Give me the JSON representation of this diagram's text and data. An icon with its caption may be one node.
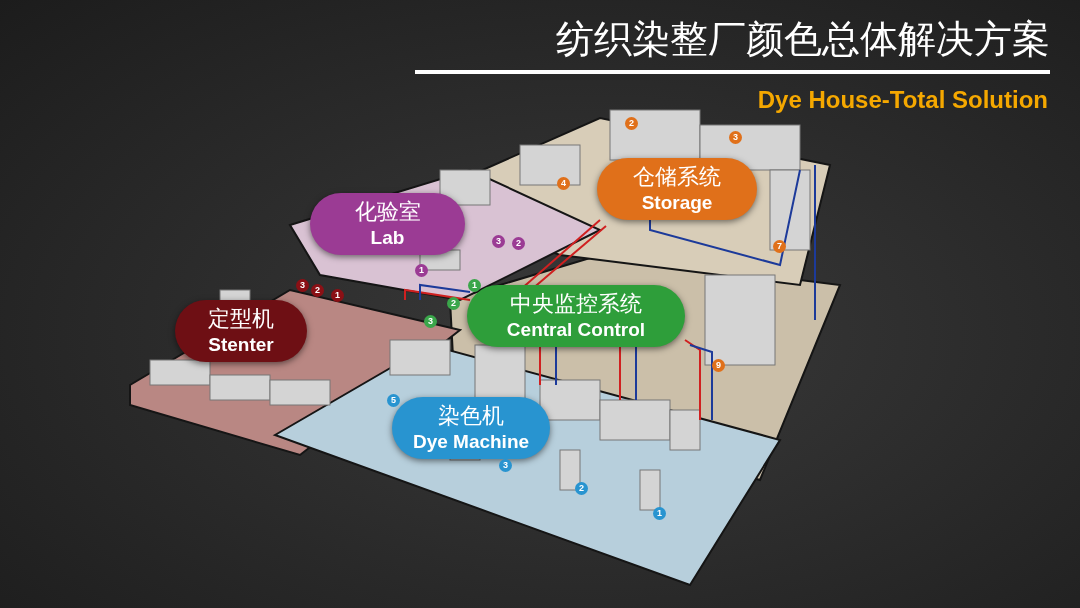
{
  "diagram": {
    "title": "纺织染整厂颜色总体解决方案",
    "caption": "Dye House-Total Solution",
    "nodes": [
      {
        "text": [
          "仓储系统",
          "Storage"
        ]
      },
      {
        "text": [
          "化验室",
          "Lab"
        ]
      },
      {
        "text": [
          "定型机",
          "Stenter"
        ]
      },
      {
        "text": [
          "中央监控系统",
          "Central Control"
        ]
      },
      {
        "text": [
          "染色机",
          "Dye Machine"
        ]
      }
    ],
    "edges": [],
    "labels": [
      "2",
      "3",
      "4",
      "7",
      "3",
      "2",
      "1",
      "3",
      "2",
      "1",
      "1",
      "2",
      "3",
      "9",
      "5",
      "3",
      "2",
      "1"
    ]
  }
}
